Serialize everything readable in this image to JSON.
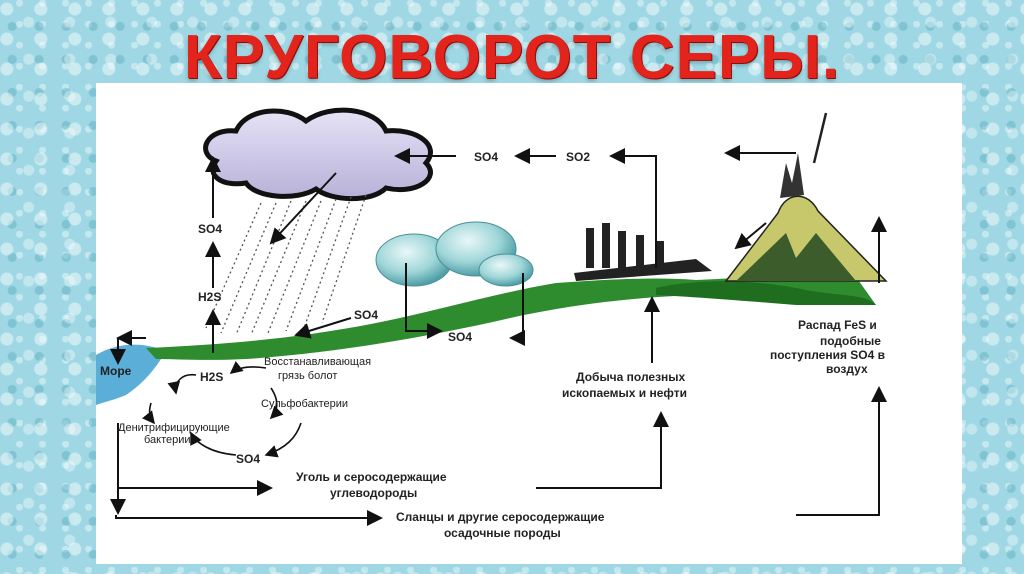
{
  "title": "КРУГОВОРОТ СЕРЫ.",
  "colors": {
    "title": "#e2241d",
    "land": "#2e8b2e",
    "sea": "#5aaed8"
  },
  "labels": {
    "so4_top": "SO4",
    "so2_top": "SO2",
    "so4_rain": "SO4",
    "h2s_rise": "H2S",
    "so4_ground": "SO4",
    "so4_ground2": "SO4",
    "sea": "Море",
    "h2s_cycle": "H2S",
    "mud_line1": "Восстанавливающая",
    "mud_line2": "грязь болот",
    "sulfobacteria": "Сульфобактерии",
    "denitr_line1": "Денитрифицирующие",
    "denitr_line2": "бактерии",
    "so4_cycle": "SO4",
    "coal_line1": "Уголь и серосодержащие",
    "coal_line2": "углеводороды",
    "shale_line1": "Сланцы и другие серосодержащие",
    "shale_line2": "осадочные породы",
    "mining_line1": "Добыча полезных",
    "mining_line2": "ископаемых и нефти",
    "fes_line1": "Распад FeS и",
    "fes_line2": "подобные",
    "fes_line3": "поступления SO4 в",
    "fes_line4": "воздух"
  }
}
